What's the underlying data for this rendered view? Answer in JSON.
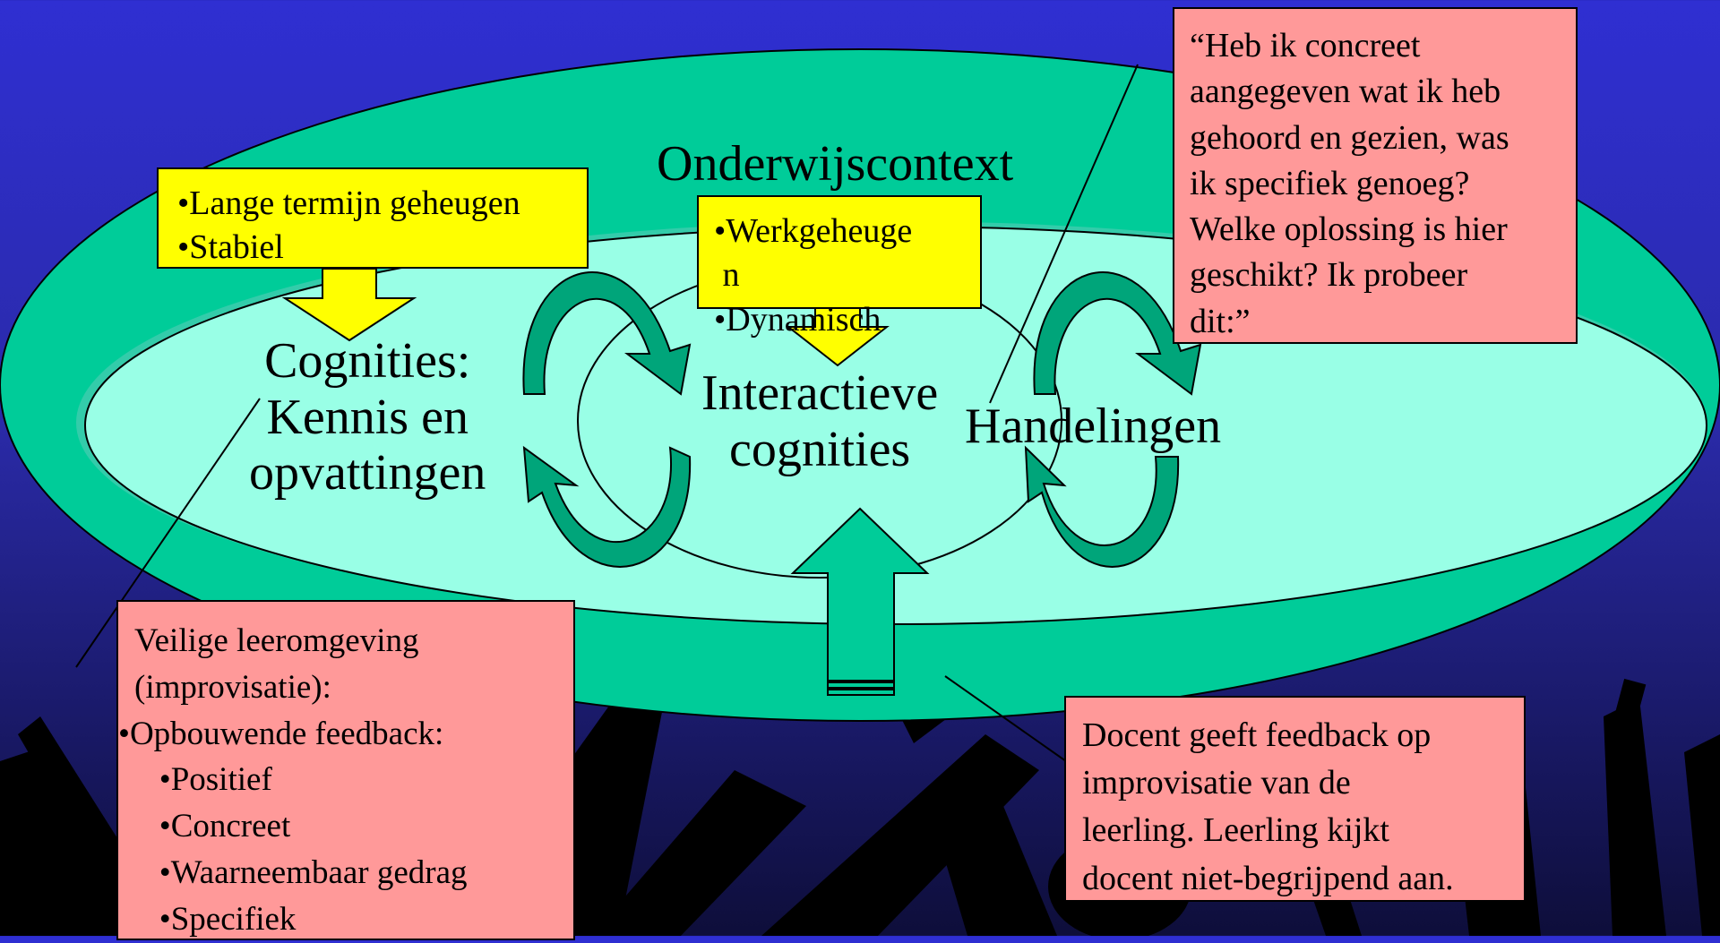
{
  "slide": {
    "context_label": "Onderwijscontext",
    "cognities_label": [
      "Cognities:",
      "Kennis en",
      "opvattingen"
    ],
    "interactive_label": [
      "Interactieve",
      "cognities"
    ],
    "handelingen_label": "Handelingen"
  },
  "callouts": {
    "long_term": [
      "•Lange termijn geheugen",
      "•Stabiel"
    ],
    "working_memory": [
      "•Werkgeheuge",
      " n",
      "•Dynamisch"
    ],
    "teacher_question": [
      "“Heb ik concreet",
      "aangegeven wat ik heb",
      "gehoord en gezien, was",
      "ik specifiek genoeg?",
      "Welke oplossing is hier",
      "geschikt? Ik probeer",
      "dit:”"
    ],
    "safe_environment": [
      "Veilige leeromgeving",
      "(improvisatie):",
      "•Opbouwende feedback:",
      "   •Positief",
      "   •Concreet",
      "   •Waarneembaar gedrag",
      "   •Specifiek"
    ],
    "teacher_feedback": [
      "Docent geeft feedback op",
      "improvisatie van de",
      "leerling. Leerling kijkt",
      "docent niet-begrijpend aan."
    ]
  },
  "colors": {
    "outer_ellipse": "#00cc99",
    "inner_ellipse": "#99ffe6",
    "arrow_green": "#00a57a",
    "callout_yellow": "#ffff00",
    "callout_pink": "#ff9999",
    "background": "#2f2fd2"
  }
}
